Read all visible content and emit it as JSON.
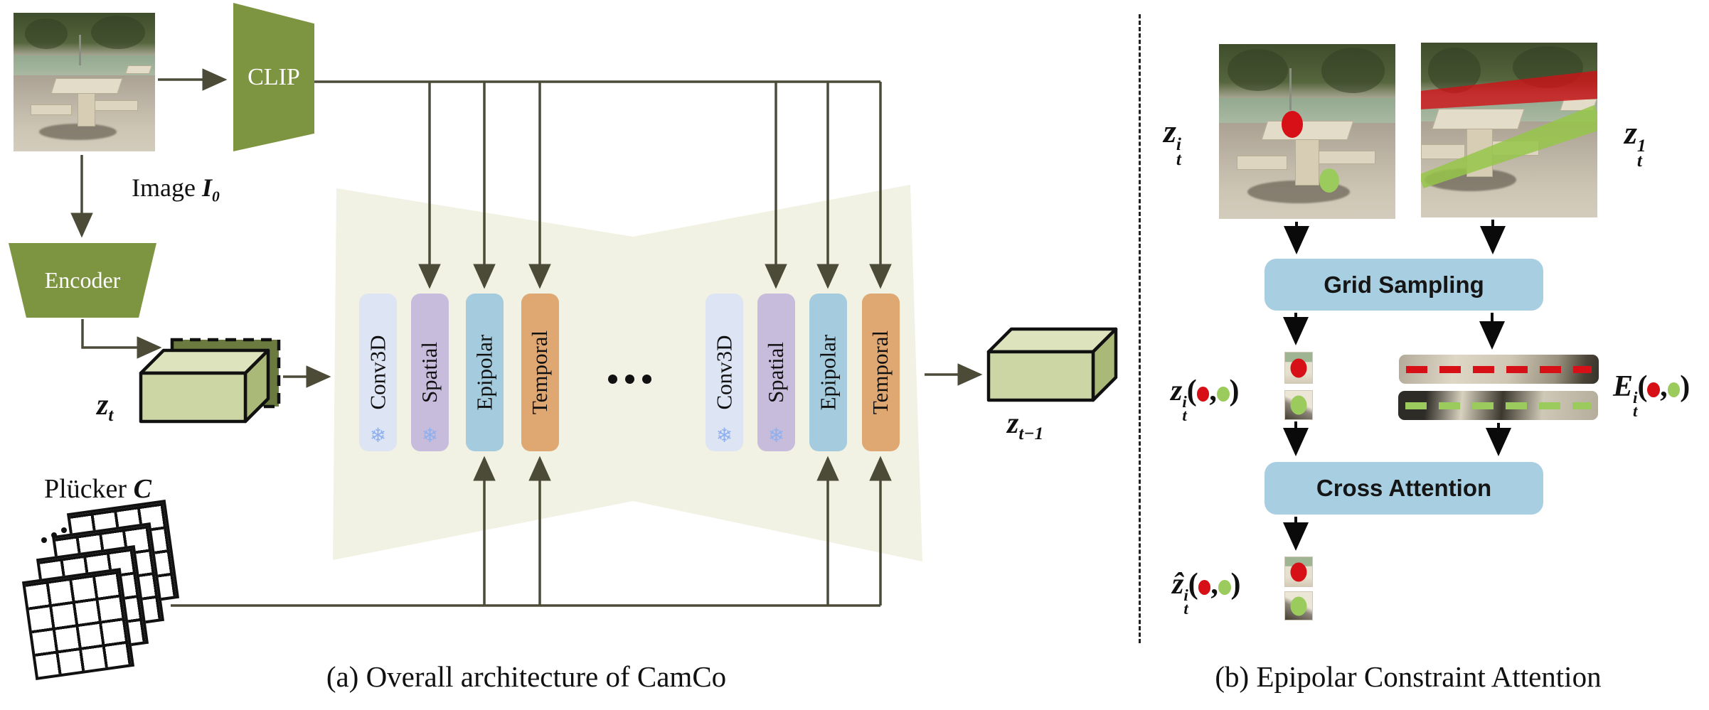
{
  "colors": {
    "olive": "#7d9441",
    "arrow": "#4b4b38",
    "unet_bg": "#f1f2e3",
    "conv3d": "#dde4f4",
    "spatial": "#c7bcdc",
    "epipolar": "#a5cbdf",
    "temporal": "#dfa873",
    "box_blue": "#a8cee1",
    "red": "#d61016",
    "green": "#9ccb5d"
  },
  "figure": {
    "caption_a": "(a) Overall architecture of CamCo",
    "caption_b": "(b) Epipolar Constraint Attention"
  },
  "panel_a": {
    "clip_label": "CLIP",
    "encoder_label": "Encoder",
    "image_label": {
      "text": "Image ",
      "var": "I",
      "sub": "0"
    },
    "zt": {
      "base": "z",
      "sub": "t"
    },
    "zt_minus_1": {
      "base": "z",
      "sub": "t−1"
    },
    "plucker": {
      "text": "Plücker ",
      "var": "C"
    },
    "snowflake_icon": "❄",
    "blocks": [
      {
        "label": "Conv3D",
        "frozen": true
      },
      {
        "label": "Spatial",
        "frozen": true
      },
      {
        "label": "Epipolar",
        "frozen": false
      },
      {
        "label": "Temporal",
        "frozen": false
      }
    ]
  },
  "panel_b": {
    "grid_sampling_label": "Grid Sampling",
    "cross_attention_label": "Cross Attention",
    "zti": {
      "base": "z",
      "sup": "i",
      "sub": "t"
    },
    "zt1": {
      "base": "z",
      "sup": "1",
      "sub": "t"
    },
    "zti_args": {
      "base": "z",
      "sup": "i",
      "sub": "t"
    },
    "E": {
      "base": "E",
      "sup": "i",
      "sub": "t"
    },
    "zhat": {
      "base": "ẑ",
      "sup": "i",
      "sub": "t"
    },
    "punct": {
      "open": "(",
      "comma": ",",
      "close": ")"
    }
  }
}
